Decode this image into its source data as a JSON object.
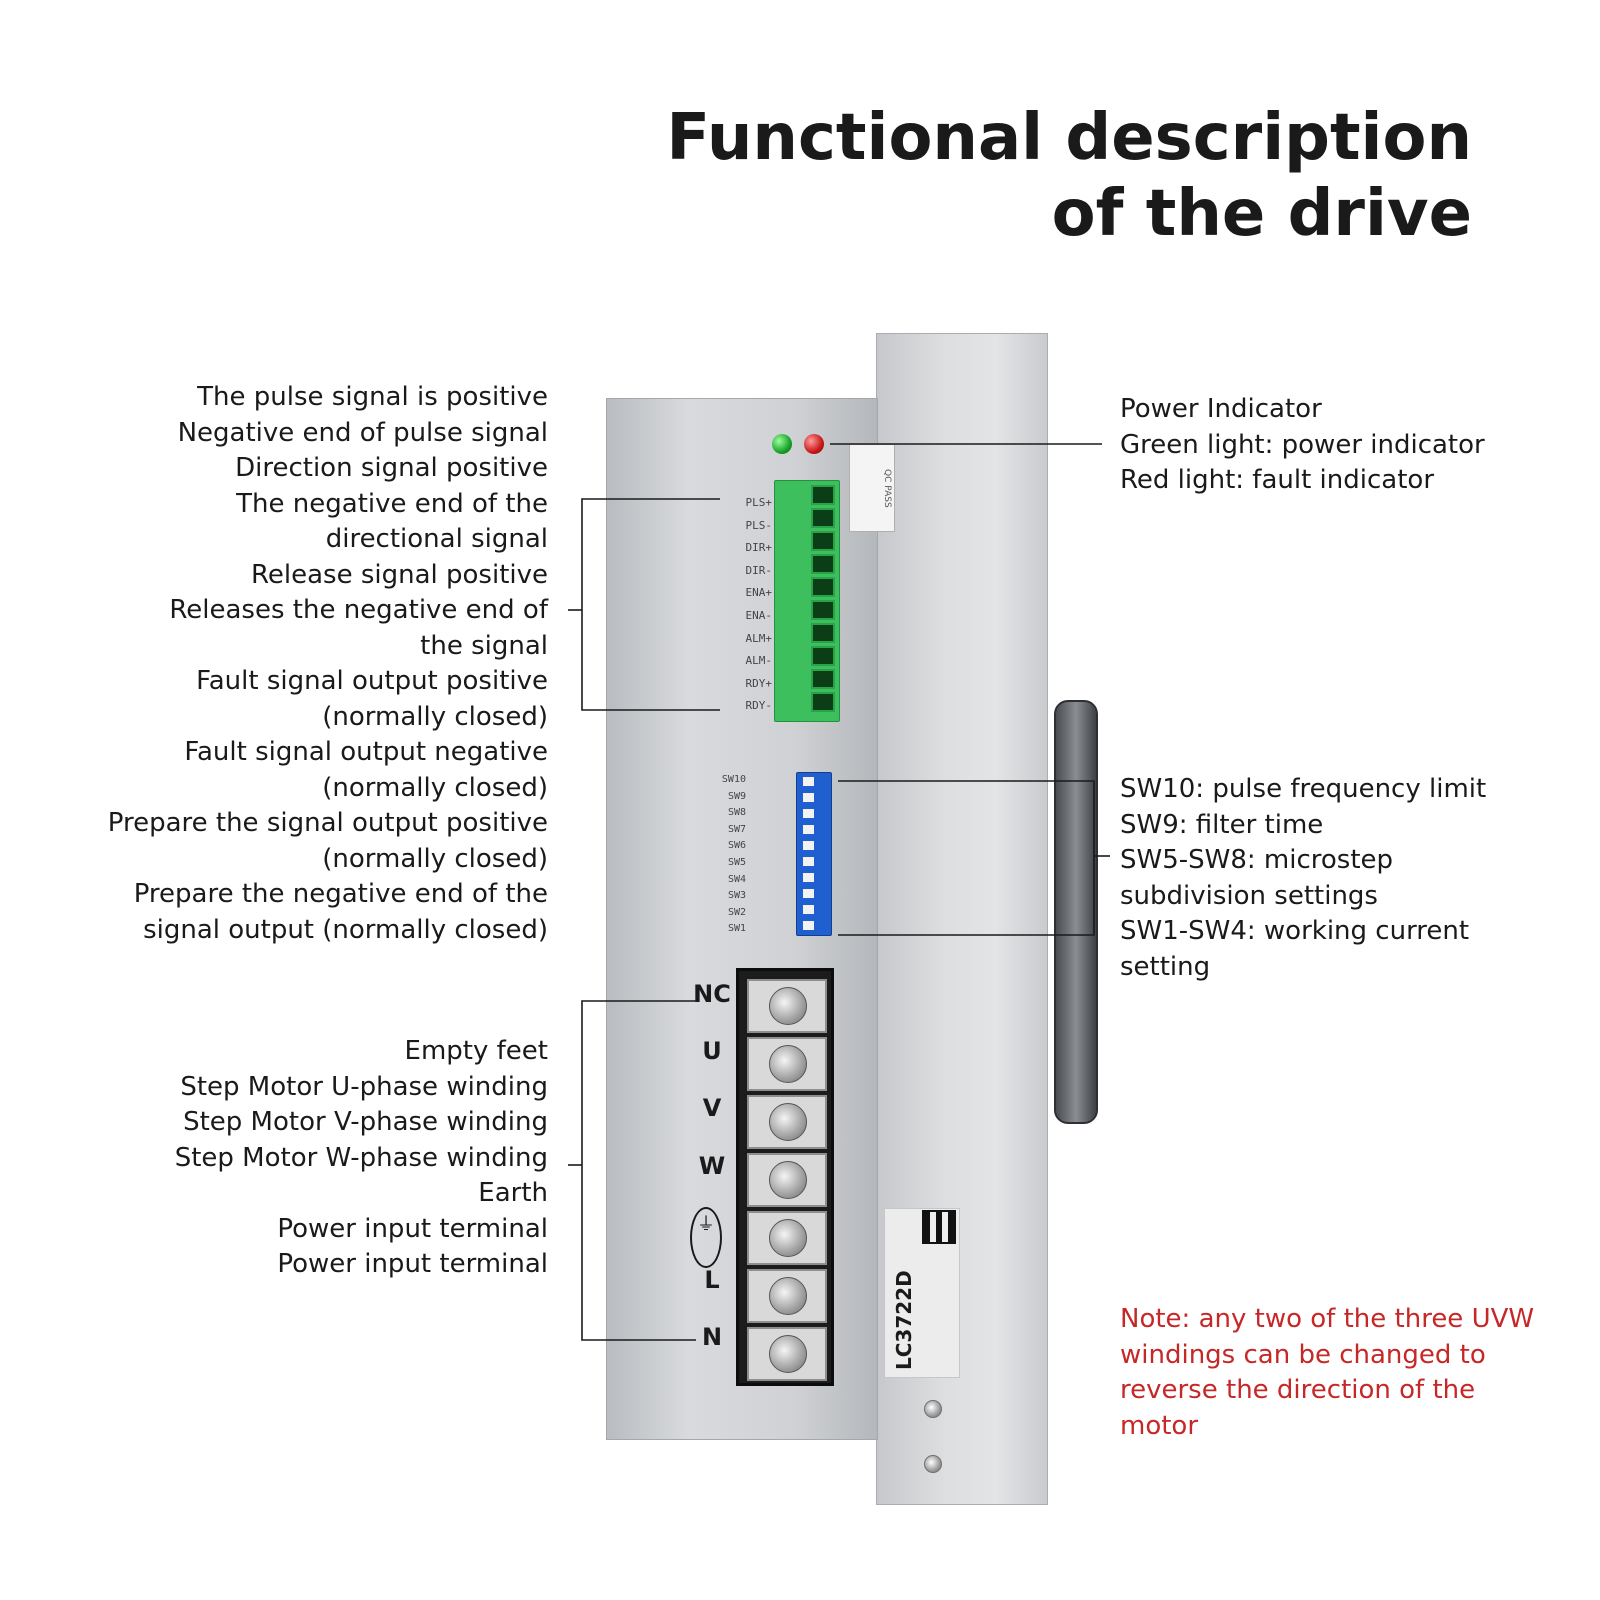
{
  "title": {
    "line1": "Functional description",
    "line2": "of the drive"
  },
  "signal_descriptions": [
    "The pulse signal is positive",
    "Negative end of pulse signal",
    "Direction signal positive",
    "The negative end of the",
    "directional signal",
    "Release signal positive",
    "Releases the negative end of",
    "the signal",
    "Fault signal output positive",
    "(normally closed)",
    "Fault signal output negative",
    "(normally closed)",
    "Prepare the signal output positive",
    "(normally closed)",
    "Prepare the negative end of the",
    "signal output (normally closed)"
  ],
  "power_descriptions": [
    "Empty feet",
    "Step Motor U-phase winding",
    "Step Motor V-phase winding",
    "Step Motor W-phase winding",
    "Earth",
    "Power input terminal",
    "Power input terminal"
  ],
  "indicator_descriptions": [
    "Power Indicator",
    "Green light: power indicator",
    "Red light: fault indicator"
  ],
  "dip_descriptions": [
    "SW10: pulse frequency limit",
    "SW9: filter time",
    "SW5-SW8: microstep",
    "subdivision settings",
    "SW1-SW4: working current",
    "setting"
  ],
  "note": "Note: any two of the three UVW windings can be changed to reverse the direction of the motor",
  "device": {
    "signal_terminals": [
      "PLS+",
      "PLS-",
      "DIR+",
      "DIR-",
      "ENA+",
      "ENA-",
      "ALM+",
      "ALM-",
      "RDY+",
      "RDY-"
    ],
    "dip_switch_labels": [
      "SW10",
      "SW9",
      "SW8",
      "SW7",
      "SW6",
      "SW5",
      "SW4",
      "SW3",
      "SW2",
      "SW1"
    ],
    "power_terminals": [
      "NC",
      "U",
      "V",
      "W",
      "⏚",
      "L",
      "N"
    ],
    "model": "LC3722D",
    "qc_sticker": "QC PASS"
  },
  "colors": {
    "note": "#c62828",
    "led_green": "#18a32a",
    "led_red": "#c81818",
    "terminal_green": "#3cbf5c",
    "dip_blue": "#1f5fd0"
  }
}
